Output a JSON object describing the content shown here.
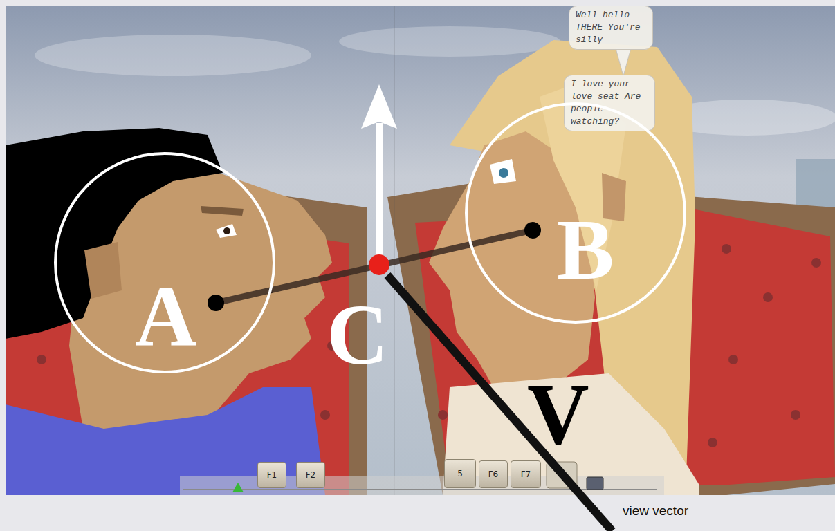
{
  "diagram": {
    "nodes": [
      {
        "text": [
          "Well hello THERE You're silly"
        ]
      },
      {
        "text": [
          "I love your love seat Are people watching?"
        ]
      },
      {
        "text": [
          "A"
        ]
      },
      {
        "text": [
          "B"
        ]
      },
      {
        "text": [
          "F1"
        ]
      },
      {
        "text": [
          "F2"
        ]
      },
      {
        "text": [
          "5"
        ]
      },
      {
        "text": [
          "F6"
        ]
      },
      {
        "text": [
          "F7"
        ]
      }
    ],
    "edges": [
      {
        "from": 2,
        "to": 3,
        "arrow": "none"
      }
    ],
    "labels": [
      "C",
      "V",
      "view vector"
    ]
  }
}
